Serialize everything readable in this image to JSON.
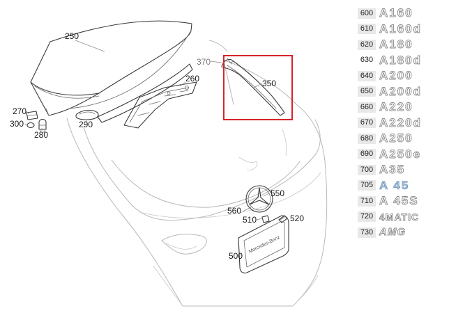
{
  "callouts": {
    "c250": "250",
    "c260": "260",
    "c270": "270",
    "c280": "280",
    "c290": "290",
    "c300": "300",
    "c350": "350",
    "c370": "370",
    "c500": "500",
    "c510": "510",
    "c520": "520",
    "c550": "550",
    "c560": "560"
  },
  "plate_text": "Mercedes-Benz",
  "highlight_color": "#d8232a",
  "legend": [
    {
      "code": "600",
      "badge": "A160"
    },
    {
      "code": "610",
      "badge": "A160d"
    },
    {
      "code": "620",
      "badge": "A180"
    },
    {
      "code": "630",
      "badge": "A180d"
    },
    {
      "code": "640",
      "badge": "A200"
    },
    {
      "code": "650",
      "badge": "A200d"
    },
    {
      "code": "660",
      "badge": "A220"
    },
    {
      "code": "670",
      "badge": "A220d"
    },
    {
      "code": "680",
      "badge": "A250"
    },
    {
      "code": "690",
      "badge": "A250e"
    },
    {
      "code": "700",
      "badge": "A35"
    },
    {
      "code": "705",
      "badge": "A 45"
    },
    {
      "code": "710",
      "badge": "A 45S"
    },
    {
      "code": "720",
      "badge": "4MATIC"
    },
    {
      "code": "730",
      "badge": "AMG"
    }
  ]
}
